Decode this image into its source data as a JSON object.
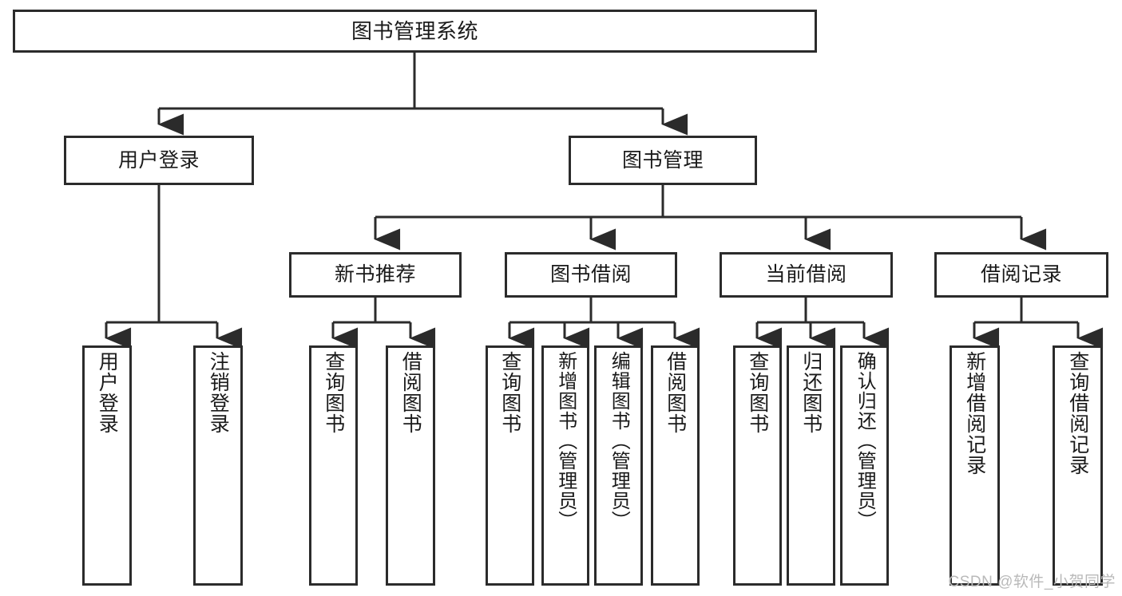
{
  "diagram": {
    "type": "tree-hierarchy",
    "title": "图书管理系统",
    "watermark": "CSDN @软件_小贺同学",
    "colors": {
      "box_border": "#2b2b2b",
      "box_fill": "#ffffff",
      "edge": "#2b2b2b",
      "text": "#1a1a1a",
      "watermark": "#b9b9b9"
    },
    "root": {
      "label": "图书管理系统"
    },
    "level2": [
      {
        "label": "用户登录"
      },
      {
        "label": "图书管理"
      }
    ],
    "level3": [
      {
        "label": "新书推荐"
      },
      {
        "label": "图书借阅"
      },
      {
        "label": "当前借阅"
      },
      {
        "label": "借阅记录"
      }
    ],
    "leaves": {
      "user_login": [
        {
          "label": "用户登录"
        },
        {
          "label": "注销登录"
        }
      ],
      "new_book_recommend": [
        {
          "label": "查询图书"
        },
        {
          "label": "借阅图书"
        }
      ],
      "book_borrow": [
        {
          "label": "查询图书"
        },
        {
          "label": "新增图书（管理员）"
        },
        {
          "label": "编辑图书（管理员）"
        },
        {
          "label": "借阅图书"
        }
      ],
      "current_borrow": [
        {
          "label": "查询图书"
        },
        {
          "label": "归还图书"
        },
        {
          "label": "确认归还（管理员）"
        }
      ],
      "borrow_record": [
        {
          "label": "新增借阅记录"
        },
        {
          "label": "查询借阅记录"
        }
      ]
    }
  }
}
